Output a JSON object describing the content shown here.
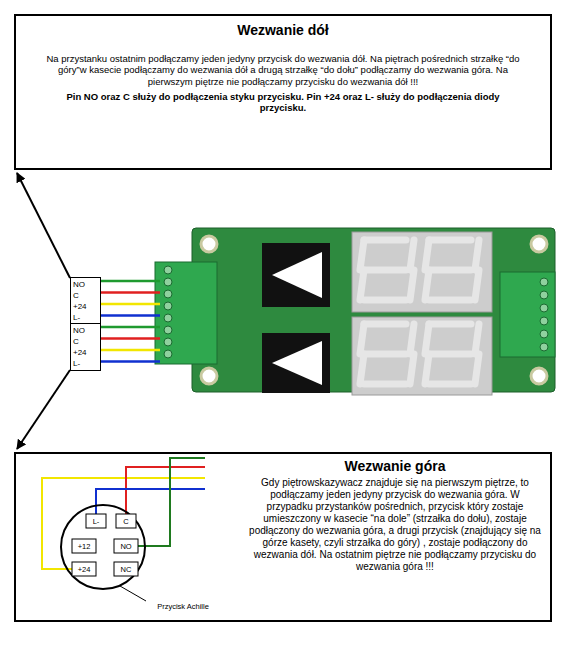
{
  "diagram": {
    "nodes": [
      {
        "text": [
          "Wezwanie dół",
          "Na przystanku ostatnim podłączamy jeden jedyny przycisk do wezwania dół. Na piętrach pośrednich strzałkę “do góry”w kasecie podłączamy do wezwania dół a drugą strzałkę “do dołu” podłączamy do wezwania góra. Na pierwszym piętrze nie podłączamy przycisku do wezwania dół !!!",
          "Pin NO oraz C służy do podłączenia styku przycisku. Pin +24 oraz L- służy do podłączenia diody przycisku."
        ]
      },
      {
        "text": [
          "Wezwanie góra",
          "Gdy piętrowskazywacz znajduje się na pierwszym piętrze, to podłączamy jeden jedyny przycisk do wezwania góra. W przypadku przystanków pośrednich, przycisk który zostaje umieszczony w kasecie “na dole” (strzałka do dołu), zostaje podłączony do wezwania góra, a drugi przycisk (znajdujący się na górze kasety, czyli strzałka do góry) , zostaje podłączony do wezwania dół. Na ostatnim piętrze nie podłączamy przycisku do wezwania góra !!!"
        ]
      },
      {
        "text": [
          "NO",
          "C",
          "+24",
          "L-"
        ]
      },
      {
        "text": [
          "NO",
          "C",
          "+24",
          "L-"
        ]
      }
    ],
    "edges": [
      {
        "from": 2,
        "to": 0,
        "arrow": "to"
      },
      {
        "from": 3,
        "to": 1,
        "arrow": "to"
      }
    ],
    "labels": [
      "L-",
      "C",
      "+12",
      "NO",
      "+24",
      "NC",
      "Przycisk Achille"
    ]
  }
}
